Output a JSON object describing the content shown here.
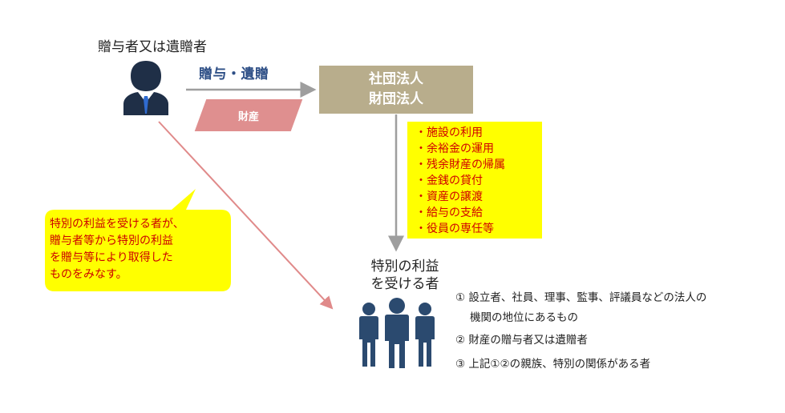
{
  "donor": {
    "title": "贈与者又は遺贈者"
  },
  "gift_arrow": {
    "label": "贈与・遺贈"
  },
  "property": {
    "label": "財産"
  },
  "corporation": {
    "line1": "社団法人",
    "line2": "財団法人"
  },
  "benefits": [
    "・施設の利用",
    "・余裕金の運用",
    "・残余財産の帰属",
    "・金銭の貸付",
    "・資産の譲渡",
    "・給与の支給",
    "・役員の専任等"
  ],
  "callout": {
    "lines": [
      "特別の利益を受ける者が、",
      "贈与者等から特別の利益",
      "を贈与等により取得した",
      "ものをみなす。"
    ]
  },
  "recipient": {
    "line1": "特別の利益",
    "line2": "を受ける者"
  },
  "conditions": {
    "item1_line1": "① 設立者、社員、理事、監事、評議員などの法人の",
    "item1_line2": "機関の地位にあるもの",
    "item2": "② 財産の贈与者又は遺贈者",
    "item3": "③ 上記①②の親族、特別の関係がある者"
  },
  "colors": {
    "corporation_box": "#b8ad8c",
    "property_box": "#df8f8f",
    "benefit_box": "#ffff00",
    "benefit_text": "#d00000",
    "callout_fill": "#ffff00",
    "callout_text": "#cc0000",
    "gift_label": "#2e4f86",
    "person_icon": "#1f2f47",
    "people_icon": "#2b4a6f",
    "diagonal_arrow": "#e08a8a",
    "gray_arrow": "#9e9e9e"
  }
}
